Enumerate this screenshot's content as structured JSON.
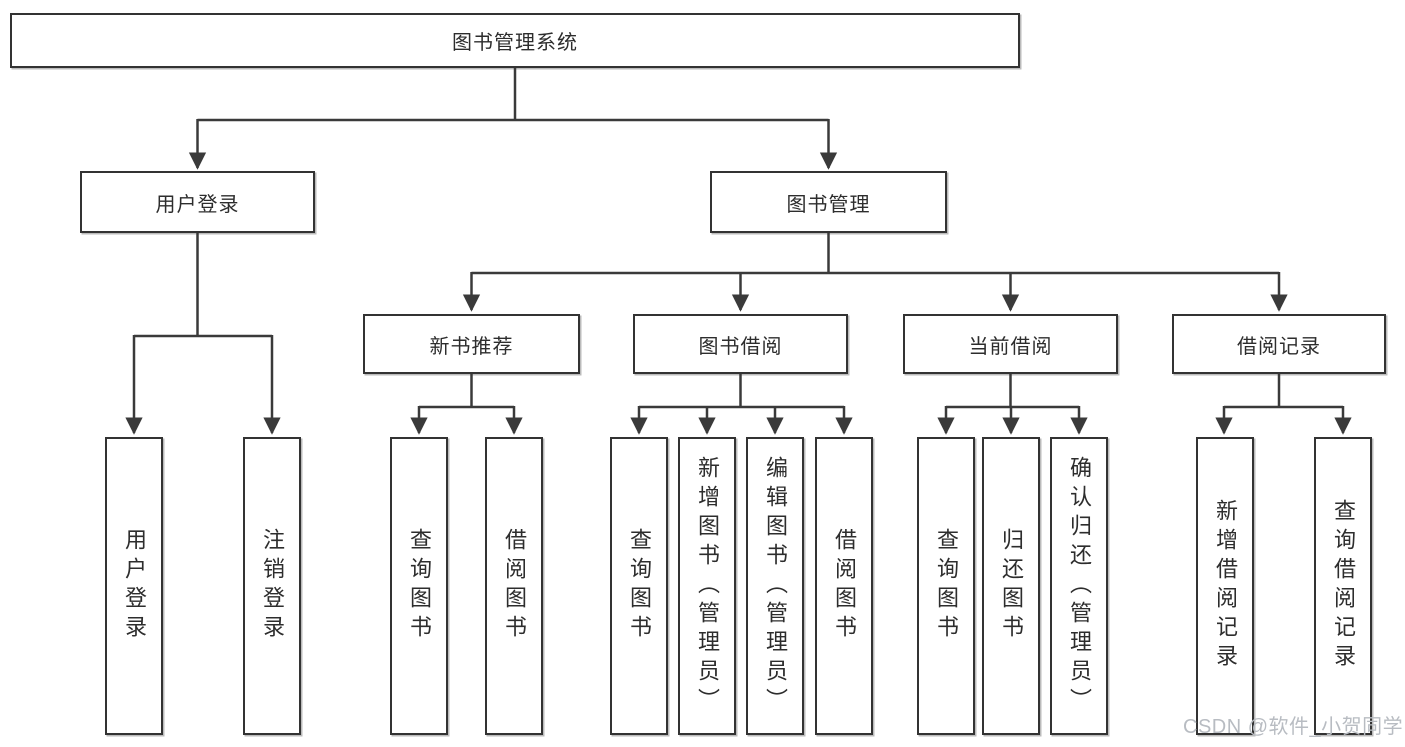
{
  "diagram": {
    "root": "图书管理系统",
    "user_login_branch": {
      "label": "用户登录",
      "children": [
        "用户登录",
        "注销登录"
      ]
    },
    "book_mgmt_branch": {
      "label": "图书管理",
      "sections": [
        {
          "label": "新书推荐",
          "children": [
            "查询图书",
            "借阅图书"
          ]
        },
        {
          "label": "图书借阅",
          "children": [
            "查询图书",
            "新增图书（管理员）",
            "编辑图书（管理员）",
            "借阅图书"
          ]
        },
        {
          "label": "当前借阅",
          "children": [
            "查询图书",
            "归还图书",
            "确认归还（管理员）"
          ]
        },
        {
          "label": "借阅记录",
          "children": [
            "新增借阅记录",
            "查询借阅记录"
          ]
        }
      ]
    }
  },
  "watermark": "CSDN @软件_小贺同学",
  "colors": {
    "line": "#3a3a3a",
    "box_border": "#333333",
    "text": "#2d2d2d",
    "watermark": "#b8bcc2",
    "background": "#ffffff"
  }
}
